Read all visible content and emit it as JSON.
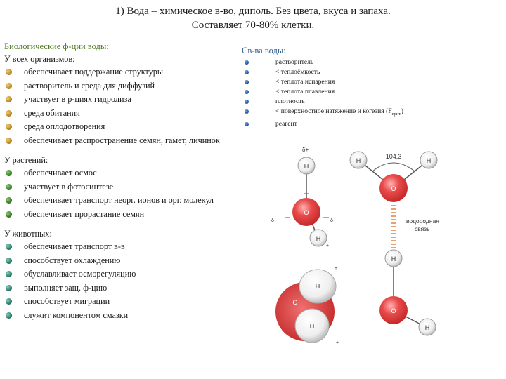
{
  "title": {
    "line1": "1) Вода – химическое в-во, диполь. Без цвета, вкуса и запаха.",
    "line2": "Составляет 70-80% клетки."
  },
  "bio": {
    "heading": "Биологические ф-ции воды:",
    "groups": [
      {
        "label": "У всех организмов:",
        "items": [
          "обеспечивает поддержание структуры",
          "растворитель и среда для диффузий",
          "участвует в р-циях гидролиза",
          "среда обитания",
          "среда оплодотворения",
          "обеспечивает распространение семян, гамет, личинок"
        ]
      },
      {
        "label": "У растений:",
        "items": [
          "обеспечивает осмос",
          "участвует в фотосинтезе",
          "обеспечивает транспорт неорг. ионов и орг. молекул",
          "обеспечивает прорастание семян"
        ]
      },
      {
        "label": "У животных:",
        "items": [
          "обеспечивает транспорт в-в",
          "способствует охлаждению",
          "обуславливает осморегуляцию",
          "выполняет защ. ф-цию",
          "способствует миграции",
          "служит компонентом смазки"
        ]
      }
    ]
  },
  "props": {
    "heading": "Св-ва воды:",
    "items": [
      "растворитель",
      "< теплоёмкость",
      "< теплота испарения",
      "< теплота плавления",
      "плотность",
      "< поверхностное натяжение и когезия (F",
      "реагент"
    ],
    "fsub": "прит.",
    "fclose": ")"
  },
  "diagram": {
    "angle": "104,3",
    "bond_line1": "водородная",
    "bond_line2": "связь",
    "h": "H",
    "o": "O",
    "delta_plus": "δ+",
    "delta_minus": "δ-",
    "plus": "+",
    "minus": "-"
  },
  "colors": {
    "oxygen": "#e03a3a",
    "heading_green": "#4d7a1e",
    "heading_blue": "#2a5a8a"
  }
}
